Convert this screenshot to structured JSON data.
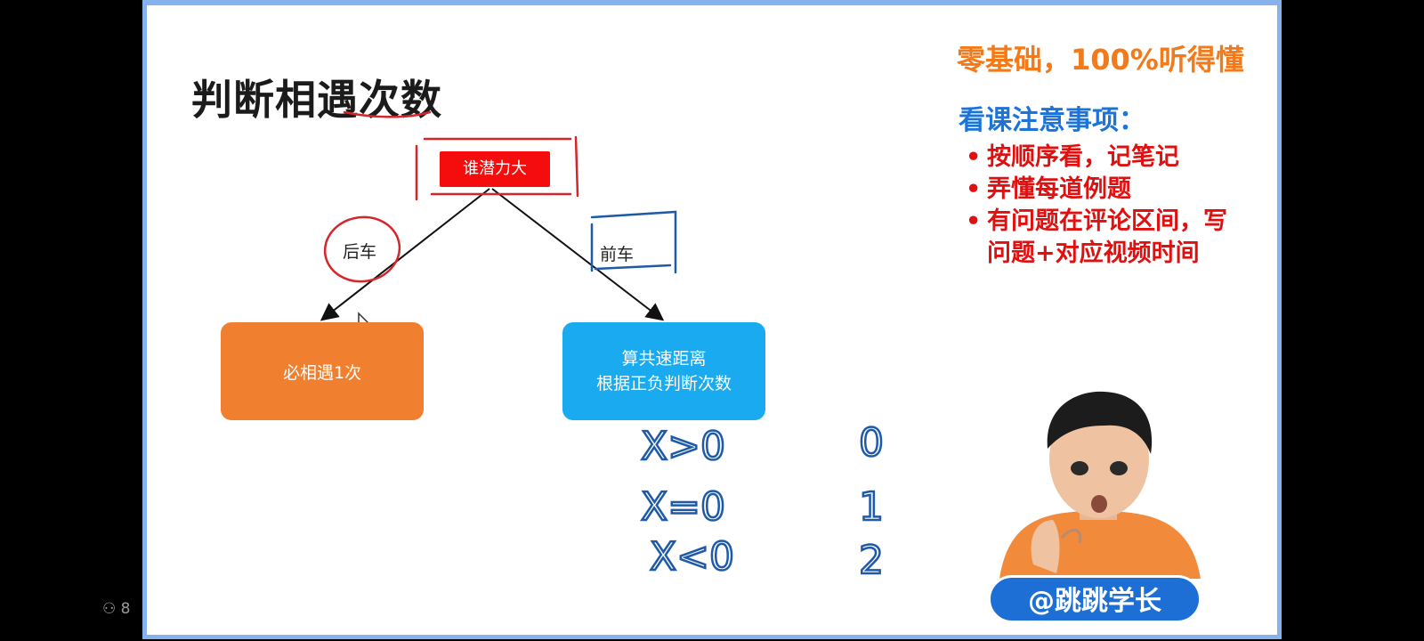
{
  "slide": {
    "title": "判断相遇次数",
    "slogan": "零基础，100%听得懂",
    "notes_title": "看课注意事项：",
    "notes": [
      "按顺序看，记笔记",
      "弄懂每道例题",
      "有问题在评论区间，写",
      "问题+对应视频时间"
    ],
    "bullet": "•"
  },
  "diagram": {
    "root": "谁潜力大",
    "left_edge": "后车",
    "right_edge": "前车",
    "left_node": "必相遇1次",
    "right_node_line1": "算共速距离",
    "right_node_line2": "根据正负判断次数"
  },
  "handwriting": {
    "rows": [
      {
        "condition": "X>0",
        "count": "0"
      },
      {
        "condition": "X=0",
        "count": "1"
      },
      {
        "condition": "X<0",
        "count": "2"
      }
    ]
  },
  "presenter": {
    "handle": "@跳跳学长"
  },
  "viewers": {
    "count": "8"
  },
  "colors": {
    "accent_red": "#f50d0d",
    "accent_orange": "#f0802f",
    "accent_blue": "#19aaf0",
    "handle_blue": "#1d6fd6",
    "ink_red": "#d5262b",
    "ink_blue": "#1f5aa8"
  }
}
